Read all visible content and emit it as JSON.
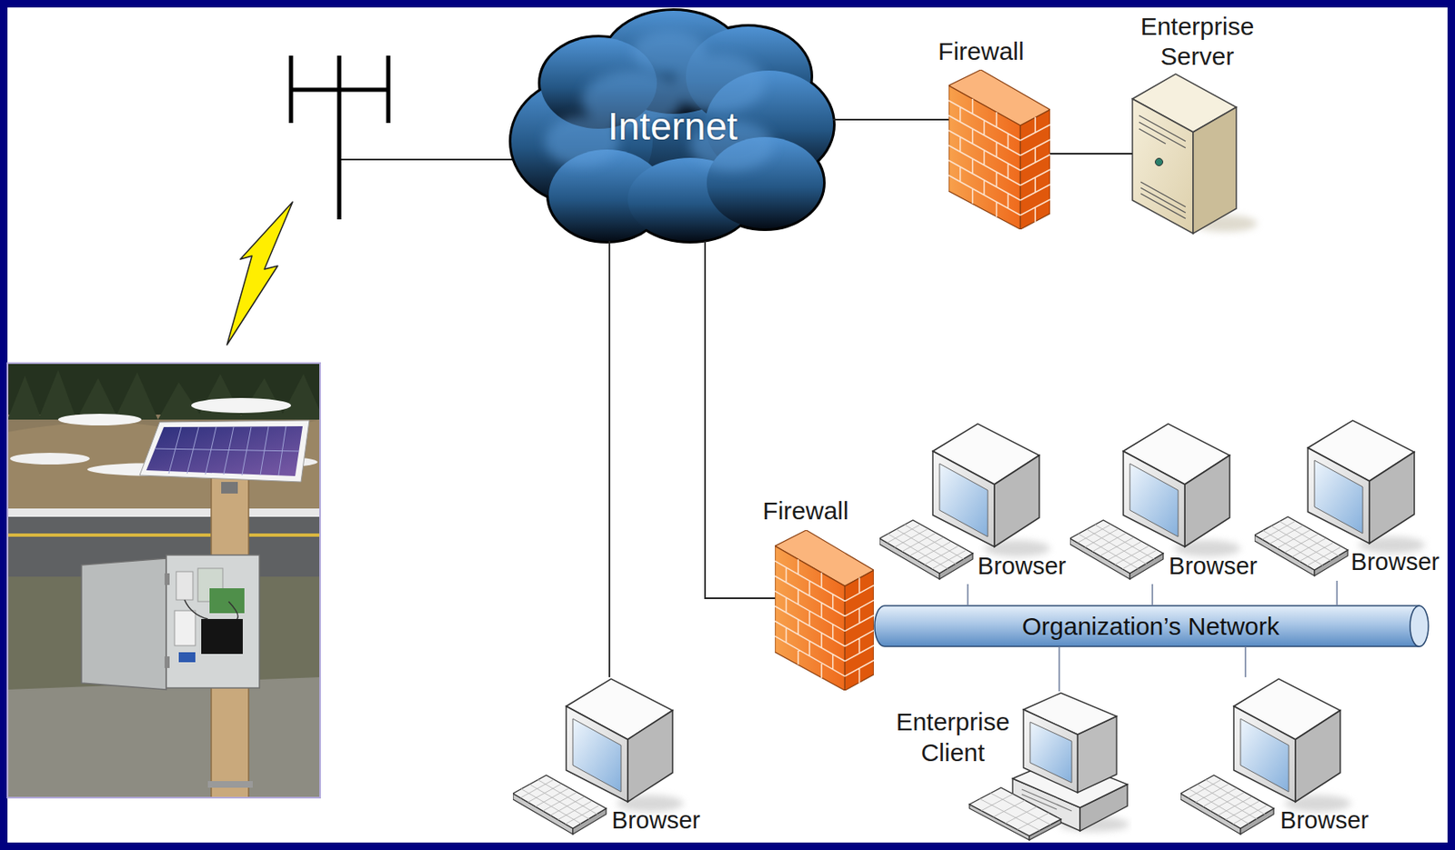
{
  "diagram": {
    "nodes": [
      {
        "text": [
          "Internet"
        ]
      },
      {
        "text": [
          "Firewall"
        ]
      },
      {
        "text": [
          "Enterprise Server"
        ]
      },
      {
        "text": [
          "Firewall"
        ]
      },
      {
        "text": [
          "Browser"
        ]
      },
      {
        "text": [
          "Browser"
        ]
      },
      {
        "text": [
          "Browser"
        ]
      },
      {
        "text": [
          "Organization’s Network"
        ]
      },
      {
        "text": [
          "Enterprise Client"
        ]
      },
      {
        "text": [
          "Browser"
        ]
      },
      {
        "text": [
          "Browser"
        ]
      }
    ],
    "edges": [
      {
        "from": 0,
        "to": 1,
        "arrow": "none"
      },
      {
        "from": 1,
        "to": 2,
        "arrow": "none"
      },
      {
        "from": 0,
        "to": 3,
        "arrow": "none"
      },
      {
        "from": 0,
        "to": 10,
        "arrow": "none"
      },
      {
        "from": 7,
        "to": 4,
        "arrow": "none"
      },
      {
        "from": 7,
        "to": 5,
        "arrow": "none"
      },
      {
        "from": 7,
        "to": 6,
        "arrow": "none"
      },
      {
        "from": 7,
        "to": 8,
        "arrow": "none"
      },
      {
        "from": 7,
        "to": 9,
        "arrow": "none"
      }
    ]
  }
}
